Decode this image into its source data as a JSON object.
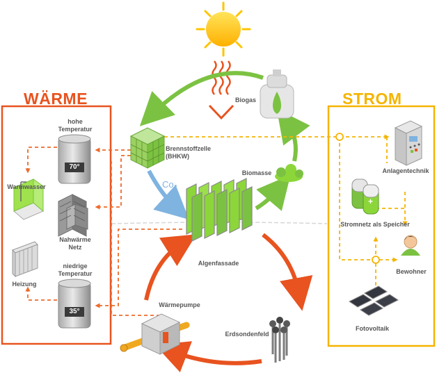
{
  "sections": {
    "waerme": {
      "title": "WÄRME",
      "color": "#e8531f"
    },
    "strom": {
      "title": "STROM",
      "color": "#f5b400"
    }
  },
  "labels": {
    "biogas": "Biogas",
    "brennstoffzelle_1": "Brennstoffzelle",
    "brennstoffzelle_2": "(BHKW)",
    "biomasse": "Biomasse",
    "algenfassade": "Algenfassade",
    "waermepumpe": "Wärmepumpe",
    "erdsondenfeld": "Erdsondenfeld",
    "hohe_temp_1": "hohe",
    "hohe_temp_2": "Temperatur",
    "warmwasser": "Warmwasser",
    "nahwaerme_1": "Nahwärme",
    "nahwaerme_2": "Netz",
    "niedrige_temp_1": "niedrige",
    "niedrige_temp_2": "Temperatur",
    "heizung": "Heizung",
    "anlagentechnik": "Anlagentechnik",
    "stromnetz": "Stromnetz als Speicher",
    "bewohner": "Bewohner",
    "fotovoltaik": "Fotovoltaik",
    "co2": "Co₂"
  },
  "tanks": {
    "high_temp_value": "70°",
    "low_temp_value": "35°"
  },
  "colors": {
    "green": "#7cc242",
    "algae": "#8cd63a",
    "orange_arrow": "#e8531f",
    "heat_dash": "#ee6a2a",
    "power_dash": "#f5b400",
    "co2_arrow": "#7fb3e0",
    "sun": "#ffd21a"
  },
  "icons": [
    "sun-icon",
    "biogas-tank-icon",
    "fuel-cell-icon",
    "biomass-icon",
    "algae-facade-icon",
    "heat-pump-icon",
    "ground-probe-icon",
    "hot-tank-icon",
    "shower-icon",
    "building-icon",
    "low-tank-icon",
    "radiator-icon",
    "control-cabinet-icon",
    "battery-icon",
    "person-icon",
    "solar-panel-icon"
  ]
}
